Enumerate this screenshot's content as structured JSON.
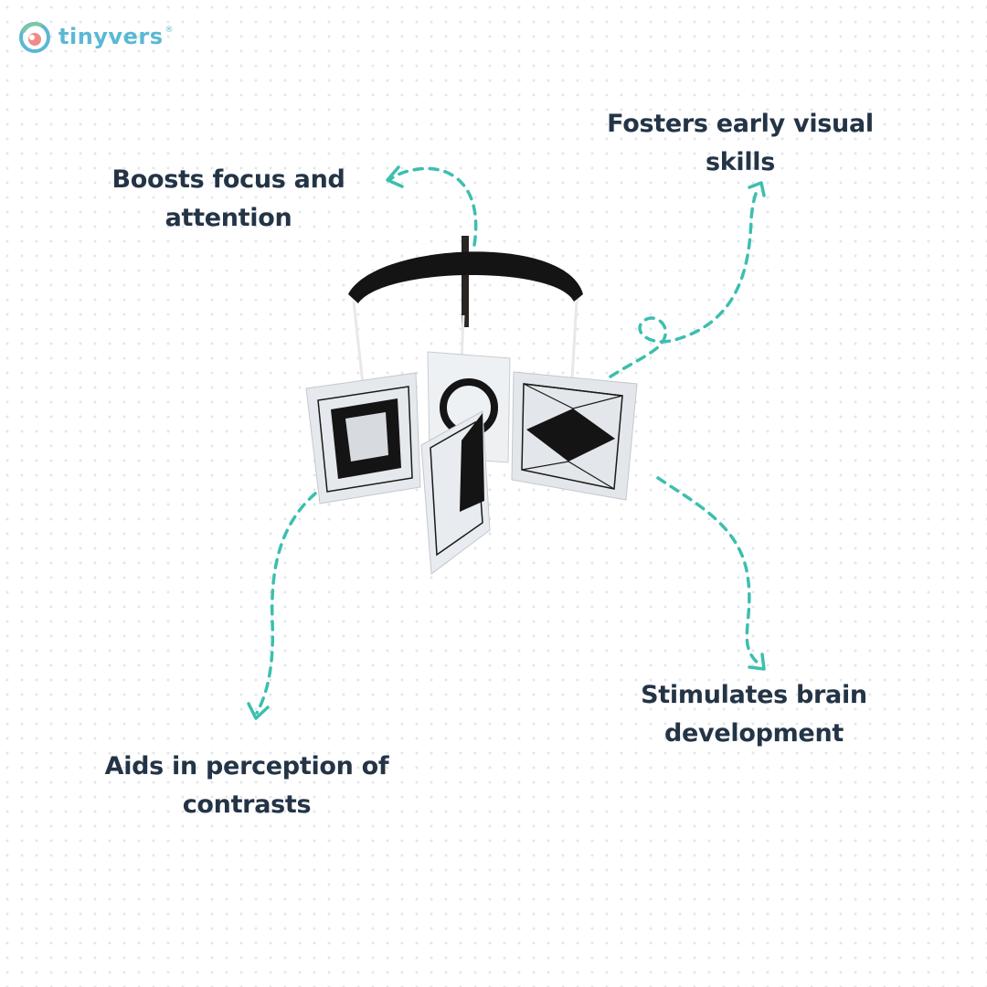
{
  "brand": {
    "name": "tinyvers",
    "registered": "®",
    "logo_icon": "tinyvers-logo-icon",
    "color": "#5ab8d4"
  },
  "benefits": [
    {
      "line1": "Boosts focus and",
      "line2": "attention"
    },
    {
      "line1": "Fosters early visual",
      "line2": "skills"
    },
    {
      "line1": "Aids in perception of",
      "line2": "contrasts"
    },
    {
      "line1": "Stimulates brain",
      "line2": "development"
    }
  ],
  "colors": {
    "text": "#243447",
    "arrow": "#3cbfae",
    "background_dots": "#e3e6ea"
  },
  "product_image": "black-and-white-contrast-mobile"
}
